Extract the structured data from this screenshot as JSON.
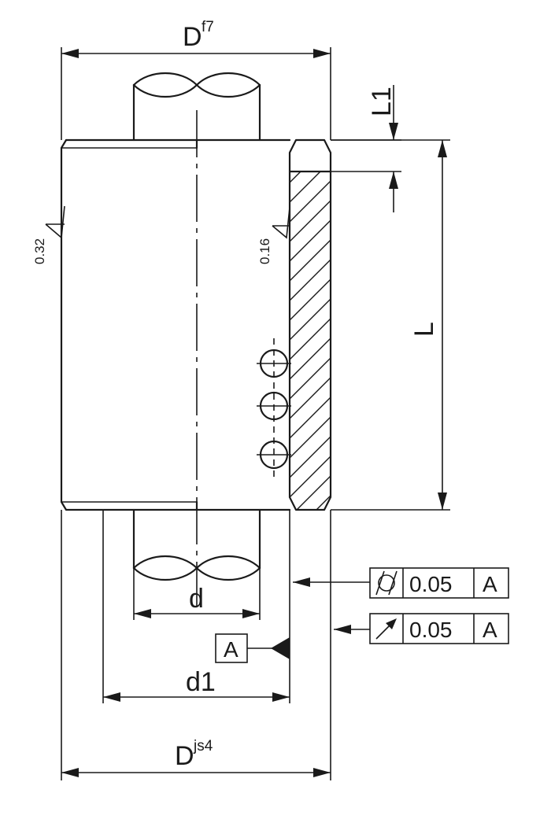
{
  "dimensions": {
    "outer_top": {
      "label": "D",
      "tolerance": "f7"
    },
    "outer_bottom": {
      "label": "D",
      "tolerance": "js4"
    },
    "inner_shaft": {
      "label": "d"
    },
    "bore": {
      "label": "d1"
    },
    "length": {
      "label": "L"
    },
    "chamfer": {
      "label": "L1"
    }
  },
  "surface_roughness": {
    "outer": "0.32",
    "bore": "0.16"
  },
  "datum": {
    "label": "A"
  },
  "tolerance_frames": [
    {
      "symbol": "cylindricity-icon",
      "value": "0.05",
      "datum": "A"
    },
    {
      "symbol": "circular-runout-icon",
      "value": "0.05",
      "datum": "A"
    }
  ],
  "colors": {
    "line": "#1a1a1a",
    "background": "#ffffff"
  }
}
